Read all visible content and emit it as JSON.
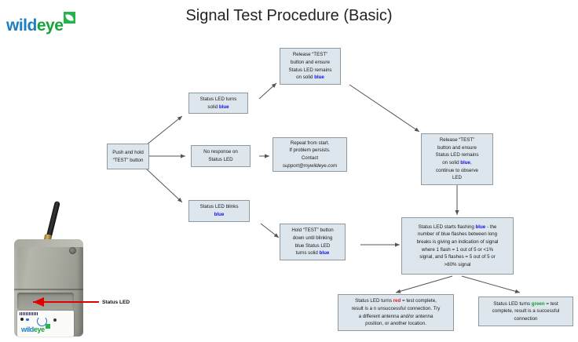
{
  "document": {
    "title": "Signal Test Procedure (Basic)",
    "brand": {
      "part1": "wild",
      "part2": "eye",
      "icon": "leaf-icon"
    }
  },
  "colors": {
    "box_fill": "#dce6ec",
    "box_border": "#8d9aa2",
    "blue": "#1010ee",
    "red": "#e01b1b",
    "green": "#149b2f",
    "brand_blue": "#1c7fc4",
    "brand_green": "#19a33c",
    "arrow": "#555555",
    "callout_arrow": "#e00000"
  },
  "photo": {
    "caption": "Status LED",
    "callout": "status-led-arrow",
    "label_brand_part1": "wild",
    "label_brand_part2": "eye"
  },
  "nodes": {
    "push_hold": {
      "id": "push-and-hold-test-button",
      "lines": [
        "Push and hold",
        "“TEST” button"
      ]
    },
    "solid_blue": {
      "id": "status-led-turns-solid-blue",
      "line1": "Status LED turns",
      "line2_pre": "solid ",
      "line2_blue": "blue"
    },
    "release_top": {
      "id": "release-test-button-ensure-solid-blue",
      "line1": "Release “TEST”",
      "line2": "button and ensure",
      "line3": "Status LED remains",
      "line4_pre": "on solid ",
      "line4_blue": "blue"
    },
    "no_response": {
      "id": "no-response-on-status-led",
      "line1": "No response on",
      "line2": "Status LED"
    },
    "repeat": {
      "id": "repeat-from-start-contact-support",
      "line1": "Repeat from start.",
      "line2": "If problem persists.",
      "line3": "Contact",
      "email": "support@mywildeye.com"
    },
    "release_right": {
      "id": "release-test-button-continue-observe",
      "line1": "Release “TEST”",
      "line2": "button and ensure",
      "line3": "Status LED remains",
      "line4_pre": "on solid ",
      "line4_blue": "blue",
      "line4_post": ",",
      "line5": "continue to observe",
      "line6": "LED"
    },
    "blinks_blue": {
      "id": "status-led-blinks-blue",
      "line1": "Status LED blinks",
      "line2_blue": "blue"
    },
    "hold_until_solid": {
      "id": "hold-test-button-until-solid-blue",
      "line1": "Hold “TEST” button",
      "line2": "down until blinking",
      "line3": "blue Status LED",
      "line4_pre": "turns solid ",
      "line4_blue": "blue"
    },
    "flashing": {
      "id": "status-led-flashing-signal-indication",
      "line1_pre": "Status LED starts flashing ",
      "line1_blue": "blue",
      "line1_post": " - the",
      "line2": "number of blue flashes between long",
      "line3": "breaks is giving an indication of signal",
      "line4": "where 1 flash = 1 out of 5 or <1%",
      "line5": "signal, and 5 flashes = 5 out of 5 or",
      "line6": ">80% signal"
    },
    "result_red": {
      "id": "status-led-turns-red-unsuccessful",
      "line1_pre": "Status LED turns ",
      "line1_red": "red",
      "line1_post": " = test complete,",
      "line2": "result is a n unsuccessful connection. Try",
      "line3": "a different antenna and/or antenna",
      "line4": "position, or another location."
    },
    "result_green": {
      "id": "status-led-turns-green-successful",
      "line1_pre": "Status LED turns ",
      "line1_green": "green",
      "line1_post": " = test",
      "line2": "complete, result is a successful",
      "line3": "connection"
    }
  }
}
